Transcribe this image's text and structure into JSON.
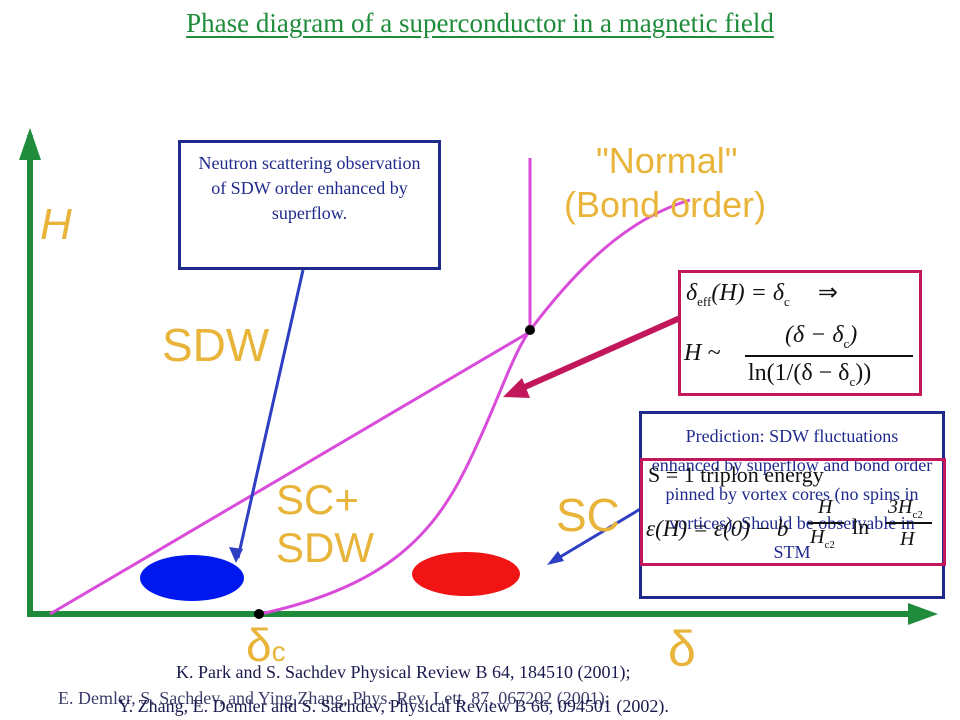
{
  "title": "Phase diagram of a superconductor in a magnetic field",
  "axes": {
    "y_label": "H",
    "x_label": "δ",
    "critical_label": "δ",
    "critical_subscript": "c"
  },
  "regions": {
    "normal_line1": "\"Normal\"",
    "normal_line2": "(Bond order)",
    "sdw": "SDW",
    "sc_sdw_line1": "SC+",
    "sc_sdw_line2": "SDW",
    "sc": "SC"
  },
  "callouts": {
    "neutron": "Neutron scattering observation of SDW order enhanced by superflow.",
    "prediction": "Prediction: SDW fluctuations enhanced by superflow and bond order pinned by vortex cores (no spins in vortices). Should be observable in STM"
  },
  "formula_top": {
    "line1_lhs": "δ",
    "line1_sub": "eff",
    "line1_arg": "(H) = δ",
    "line1_csub": "c",
    "line1_arrow": "⇒",
    "line2_lhs": "H ~",
    "numerator": "(δ − δ",
    "numerator_sub": "c",
    "numerator_end": ")",
    "denominator": "ln(1/(δ − δ",
    "denominator_sub": "c",
    "denominator_end": "))"
  },
  "formula_bottom": {
    "line1": "S = 1 triplon energy",
    "lhs": "ε(H) = ε(0) − b",
    "frac1_num": "H",
    "frac1_den": "H",
    "frac1_sub": "c2",
    "log": "ln",
    "frac2_num": "3H",
    "frac2_sub": "c2",
    "frac2_den": "H"
  },
  "references": {
    "park": "K. Park and S. Sachdev Physical Review B 64, 184510 (2001);",
    "demler": "E. Demler, S. Sachdev, and Ying Zhang, Phys. Rev. Lett. 87, 067202 (2001);",
    "zhang": "Y. Zhang, E. Demler and S. Sachdev, Physical Review B 66, 094501 (2002)."
  },
  "colors": {
    "axis": "#1e8c3a",
    "boundary": "#d94bd9",
    "region_text": "#e8b43a",
    "callout_border": "#1f2a8c",
    "formula_border": "#c2185b",
    "blue_blob": "#0018f0",
    "red_blob": "#f01414"
  }
}
